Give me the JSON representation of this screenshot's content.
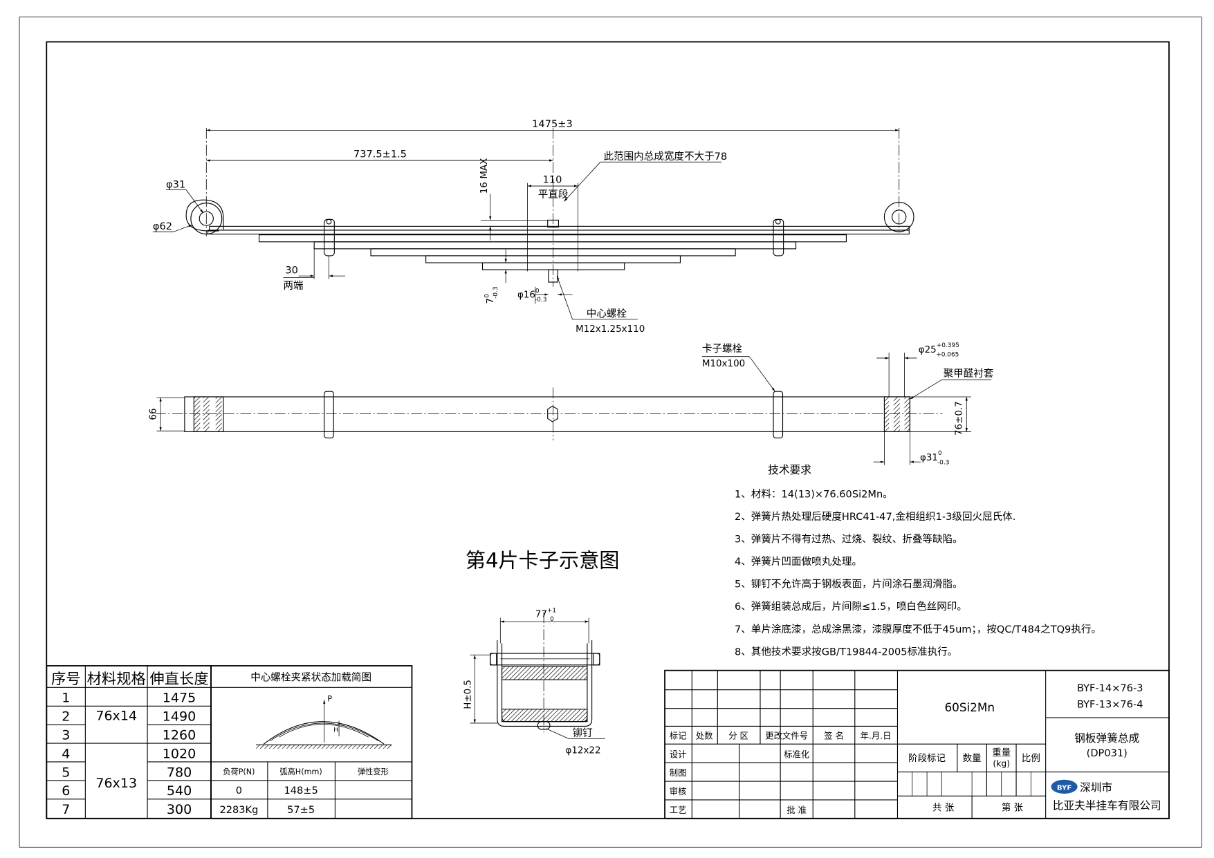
{
  "dimensions": {
    "overall_length": "1475±3",
    "half_length": "737.5±1.5",
    "flat_width_note": "此范围内总成宽度不大于78",
    "flat_length": "110",
    "flat_label": "平直段",
    "camber_16": "16",
    "camber_max": "MAX",
    "eye_inner": "φ31",
    "eye_outer": "φ62",
    "clip_spacing": "30",
    "clip_spacing_note": "两端",
    "thickness_7": "7",
    "thickness_7_tol": "-0.3",
    "bolt_phi16": "φ16",
    "bolt_phi16_tol": "-0.3",
    "tol_zero": "0",
    "center_bolt_label": "中心螺栓",
    "center_bolt_spec": "M12x1.25x110",
    "clip_bolt_label": "卡子螺栓",
    "clip_bolt_spec": "M10x100",
    "bushing_od": "φ25",
    "bushing_od_tol_up": "+0.395",
    "bushing_od_tol_dn": "+0.065",
    "bushing_label": "聚甲醛衬套",
    "width_76": "76±0.7",
    "width_66": "66",
    "bore_phi31": "φ31",
    "bore_phi31_tol": "-0.3"
  },
  "clip_view": {
    "title": "第4片卡子示意图",
    "width_dim": "77",
    "width_tol_up": "+1",
    "width_tol_dn": "0",
    "height_dim": "H±0.5",
    "rivet_label": "铆钉",
    "rivet_spec": "φ12x22"
  },
  "tech_requirements": {
    "heading": "技术要求",
    "items": [
      "1、材料：14(13)×76.60Si2Mn。",
      "2、弹簧片热处理后硬度HRC41-47,金相组织1-3级回火屈氏体.",
      "3、弹簧片不得有过热、过烧、裂纹、折叠等缺陷。",
      "4、弹簧片凹面做喷丸处理。",
      "5、铆钉不允许高于钢板表面，片间涂石墨润滑脂。",
      "6、弹簧组装总成后，片间隙≤1.5，喷白色丝网印。",
      "7、单片涂底漆，总成涂黑漆，漆膜厚度不低于45um；，按QC/T484之TQ9执行。",
      "8、其他技术要求按GB/T19844-2005标准执行。"
    ]
  },
  "leaf_table": {
    "headers": [
      "序号",
      "材料规格",
      "伸直长度"
    ],
    "numbers": [
      "1",
      "2",
      "3",
      "4",
      "5",
      "6",
      "7"
    ],
    "lengths": [
      "1475",
      "1490",
      "1260",
      "1020",
      "780",
      "540",
      "300"
    ],
    "spec_a": "76x14",
    "spec_b": "76x13"
  },
  "load_diagram": {
    "title": "中心螺栓夹紧状态加载简图",
    "p_label": "P",
    "h_label": "H",
    "headers": [
      "负荷P(N)",
      "弧高H(mm)",
      "弹性变形"
    ],
    "rows": [
      [
        "0",
        "148±5",
        ""
      ],
      [
        "2283Kg",
        "57±5",
        ""
      ]
    ]
  },
  "title_block": {
    "sign_headers": [
      "标记",
      "处数",
      "分 区",
      "更改文件号",
      "签 名",
      "年.月.日"
    ],
    "roles": [
      "设计",
      "制图",
      "审核",
      "工艺"
    ],
    "standardize": "标准化",
    "approve": "批 准",
    "material": "60Si2Mn",
    "stage_mark": "阶段标记",
    "quantity": "数量",
    "weight": "重量",
    "weight_unit": "(kg)",
    "scale": "比例",
    "total_sheets": "共 张",
    "sheet_no": "第 张",
    "drawing_no_1": "BYF-14×76-3",
    "drawing_no_2": "BYF-13×76-4",
    "part_name": "钢板弹簧总成",
    "part_code": "(DP031)",
    "logo_text": "BYF",
    "company_1": "深圳市",
    "company_2": "比亚夫半挂车有限公司"
  }
}
